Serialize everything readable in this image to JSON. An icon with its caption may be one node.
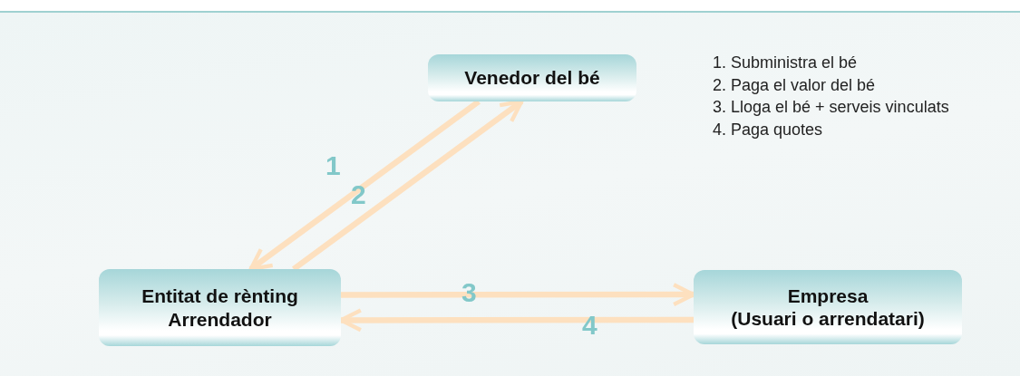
{
  "diagram": {
    "nodes": [
      {
        "text": [
          "Venedor del bé"
        ]
      },
      {
        "text": [
          "Entitat de rènting",
          "Arrendador"
        ]
      },
      {
        "text": [
          "Empresa",
          "(Usuari o arrendatari)"
        ]
      }
    ],
    "edges": [
      {
        "from": 0,
        "to": 1,
        "arrow": "to",
        "label": "1"
      },
      {
        "from": 1,
        "to": 0,
        "arrow": "to",
        "label": "2"
      },
      {
        "from": 1,
        "to": 2,
        "arrow": "to",
        "label": "3"
      },
      {
        "from": 2,
        "to": 1,
        "arrow": "to",
        "label": "4"
      }
    ],
    "labels": [
      "1. Subministra el bé",
      "2. Paga el valor del bé",
      "3. Lloga el bé + serveis vinculats",
      "4. Paga quotes"
    ]
  }
}
